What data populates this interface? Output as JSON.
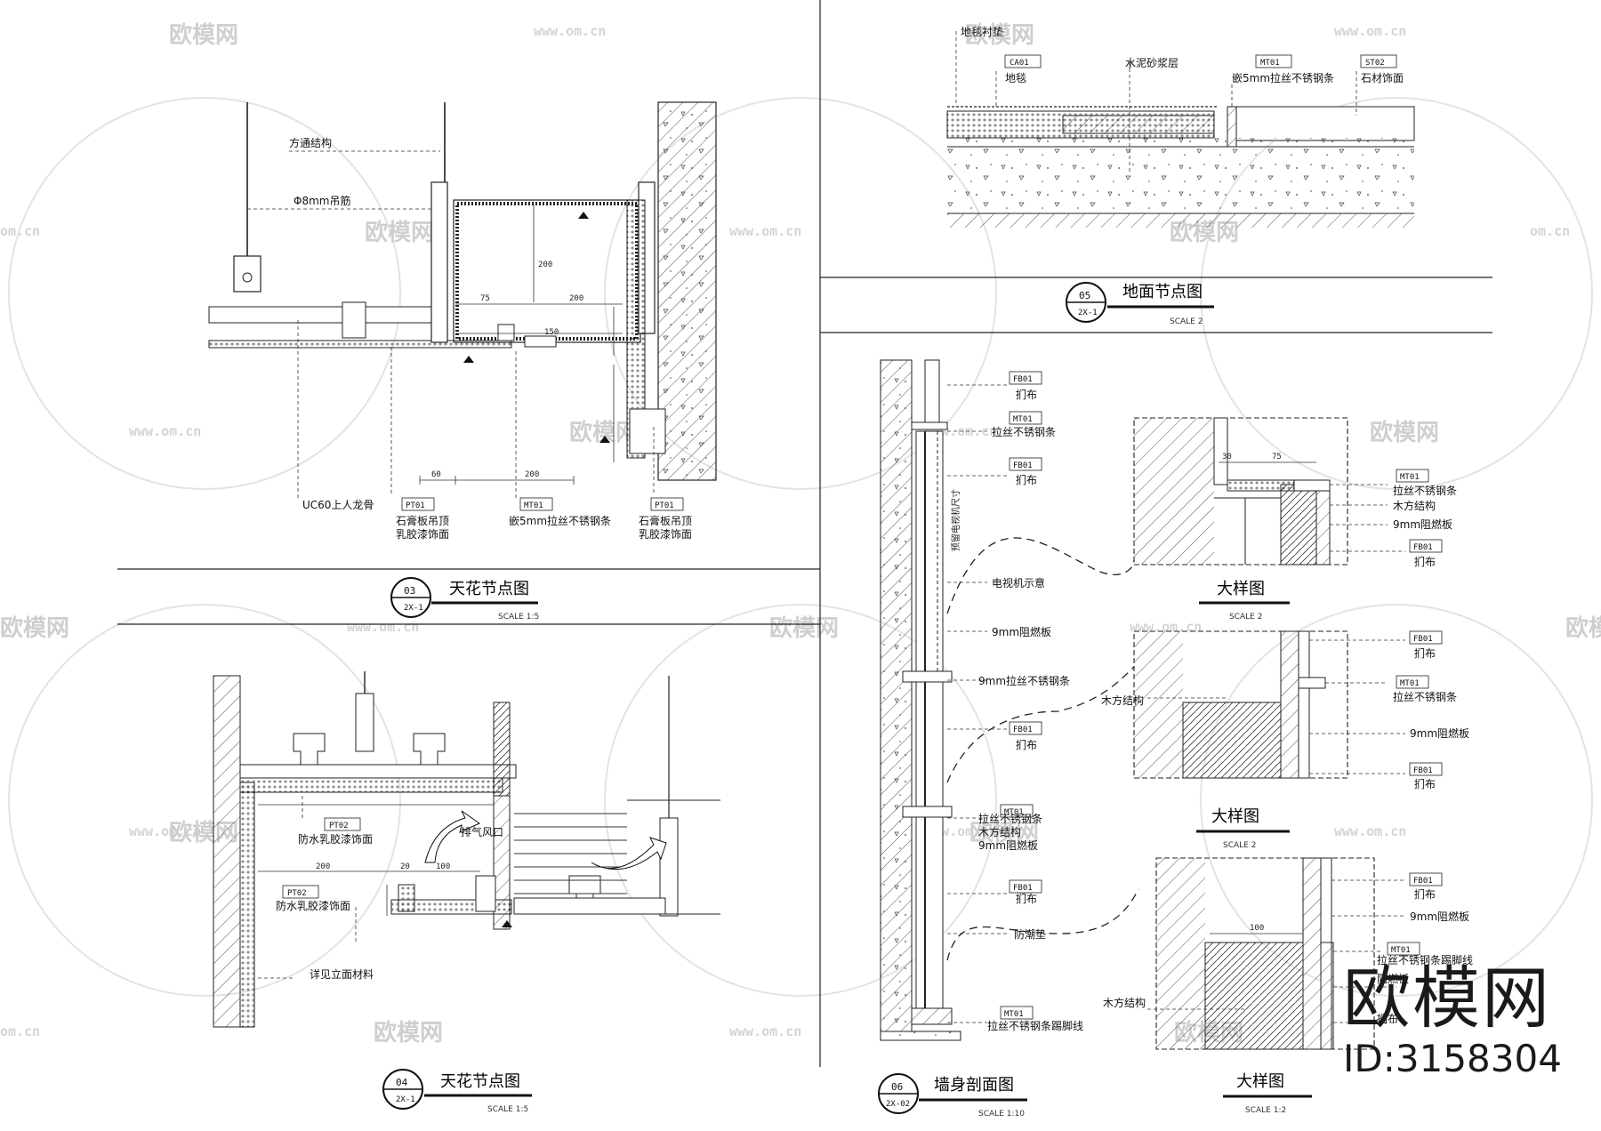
{
  "watermark": {
    "brand": "欧模网",
    "url": "www.om.cn",
    "url_short": "om.cn"
  },
  "brand_corner": {
    "name": "欧模网",
    "id": "ID:3158304"
  },
  "drawings": {
    "d03": {
      "title": "天花节点图",
      "number": "03",
      "sheet": "2X-1",
      "scale": "SCALE 1:5",
      "labels": {
        "a": "方通结构",
        "b": "Φ8mm吊筋",
        "c": "UC60上人龙骨",
        "d1": "石膏板吊顶",
        "d2": "乳胶漆饰面",
        "e": "嵌5mm拉丝不锈钢条",
        "f1": "石膏板吊顶",
        "f2": "乳胶漆饰面"
      },
      "tags": {
        "t1": "PT01",
        "t2": "MT01",
        "t3": "PT01"
      },
      "dims": {
        "d1": "75",
        "d2": "200",
        "d3": "200",
        "d4": "60",
        "d5": "200",
        "d6": "150"
      }
    },
    "d04": {
      "title": "天花节点图",
      "number": "04",
      "sheet": "2X-1",
      "scale": "SCALE 1:5",
      "labels": {
        "a": "防水乳胶漆饰面",
        "b": "排气风口",
        "c": "防水乳胶漆饰面",
        "d": "详见立面材料"
      },
      "tags": {
        "t1": "PT02",
        "t2": "PT02"
      },
      "dims": {
        "d1": "200",
        "d2": "20",
        "d3": "100"
      }
    },
    "d05": {
      "title": "地面节点图",
      "number": "05",
      "sheet": "2X-1",
      "scale": "SCALE 2",
      "labels": {
        "a": "地毯衬垫",
        "b": "地毯",
        "c": "水泥砂浆层",
        "d": "嵌5mm拉丝不锈钢条",
        "e": "石材饰面"
      },
      "tags": {
        "t1": "CA01",
        "t2": "MT01",
        "t3": "ST02"
      }
    },
    "d06": {
      "title": "墙身剖面图",
      "number": "06",
      "sheet": "2X-02",
      "scale": "SCALE 1:10",
      "labels": {
        "a": "扪布",
        "b": "拉丝不锈钢条",
        "c": "扪布",
        "d": "电视机示意",
        "e": "9mm阻燃板",
        "f": "9mm拉丝不锈钢条",
        "g": "扪布",
        "h": "拉丝不锈钢条",
        "i": "木方结构",
        "j": "9mm阻燃板",
        "k": "扪布",
        "l": "防潮垫",
        "m": "拉丝不锈钢条踢脚线",
        "v": "预留电视机尺寸"
      },
      "tags": {
        "t1": "FB01",
        "t2": "MT01",
        "t3": "FB01",
        "t4": "FB01",
        "t5": "MT01",
        "t6": "FB01",
        "t7": "MT01"
      }
    },
    "detail1": {
      "title": "大样图",
      "scale": "SCALE 2",
      "labels": {
        "a": "拉丝不锈钢条",
        "b": "木方结构",
        "c": "9mm阻燃板",
        "d": "扪布"
      },
      "tags": {
        "t1": "MT01",
        "t2": "FB01"
      },
      "dims": {
        "d1": "30",
        "d2": "75"
      }
    },
    "detail2": {
      "title": "大样图",
      "scale": "SCALE 2",
      "labels": {
        "a": "扪布",
        "b": "拉丝不锈钢条",
        "c": "木方结构",
        "d": "9mm阻燃板",
        "e": "扪布"
      },
      "tags": {
        "t1": "FB01",
        "t2": "MT01",
        "t3": "FB01"
      }
    },
    "detail3": {
      "title": "大样图",
      "scale": "SCALE 1:2",
      "labels": {
        "a": "扪布",
        "b": "9mm阻燃板",
        "c": "拉丝不锈钢条踢脚线",
        "d": "木方结构",
        "e": "阻燃板",
        "f": "扪布"
      },
      "tags": {
        "t1": "FB01",
        "t2": "MT01"
      },
      "dims": {
        "d1": "100"
      }
    }
  }
}
